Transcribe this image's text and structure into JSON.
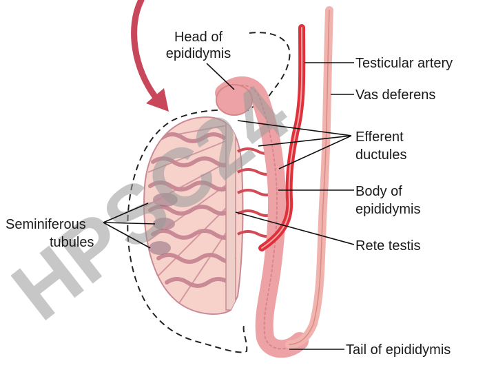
{
  "labels": {
    "head_of_epididymis": [
      "Head of",
      "epididymis"
    ],
    "testicular_artery": "Testicular artery",
    "vas_deferens": "Vas deferens",
    "efferent_ductules": [
      "Efferent",
      "ductules"
    ],
    "body_of_epididymis": [
      "Body of",
      "epididymis"
    ],
    "rete_testis": "Rete testis",
    "seminiferous_tubules": [
      "Seminiferous",
      "tubules"
    ],
    "tail_of_epididymis": "Tail of epididymis"
  },
  "watermark": "HPSC24",
  "colors": {
    "testis_fill": "#f6d2cb",
    "tubule": "#c98a96",
    "tubule_dark": "#8e6b80",
    "epididymis": "#eda3a6",
    "artery": "#e0303a",
    "vas": "#f1b3ae",
    "arrow": "#c8475a",
    "watermark_gray": "#9a9a9a",
    "watermark_purple": "#a89be0"
  }
}
